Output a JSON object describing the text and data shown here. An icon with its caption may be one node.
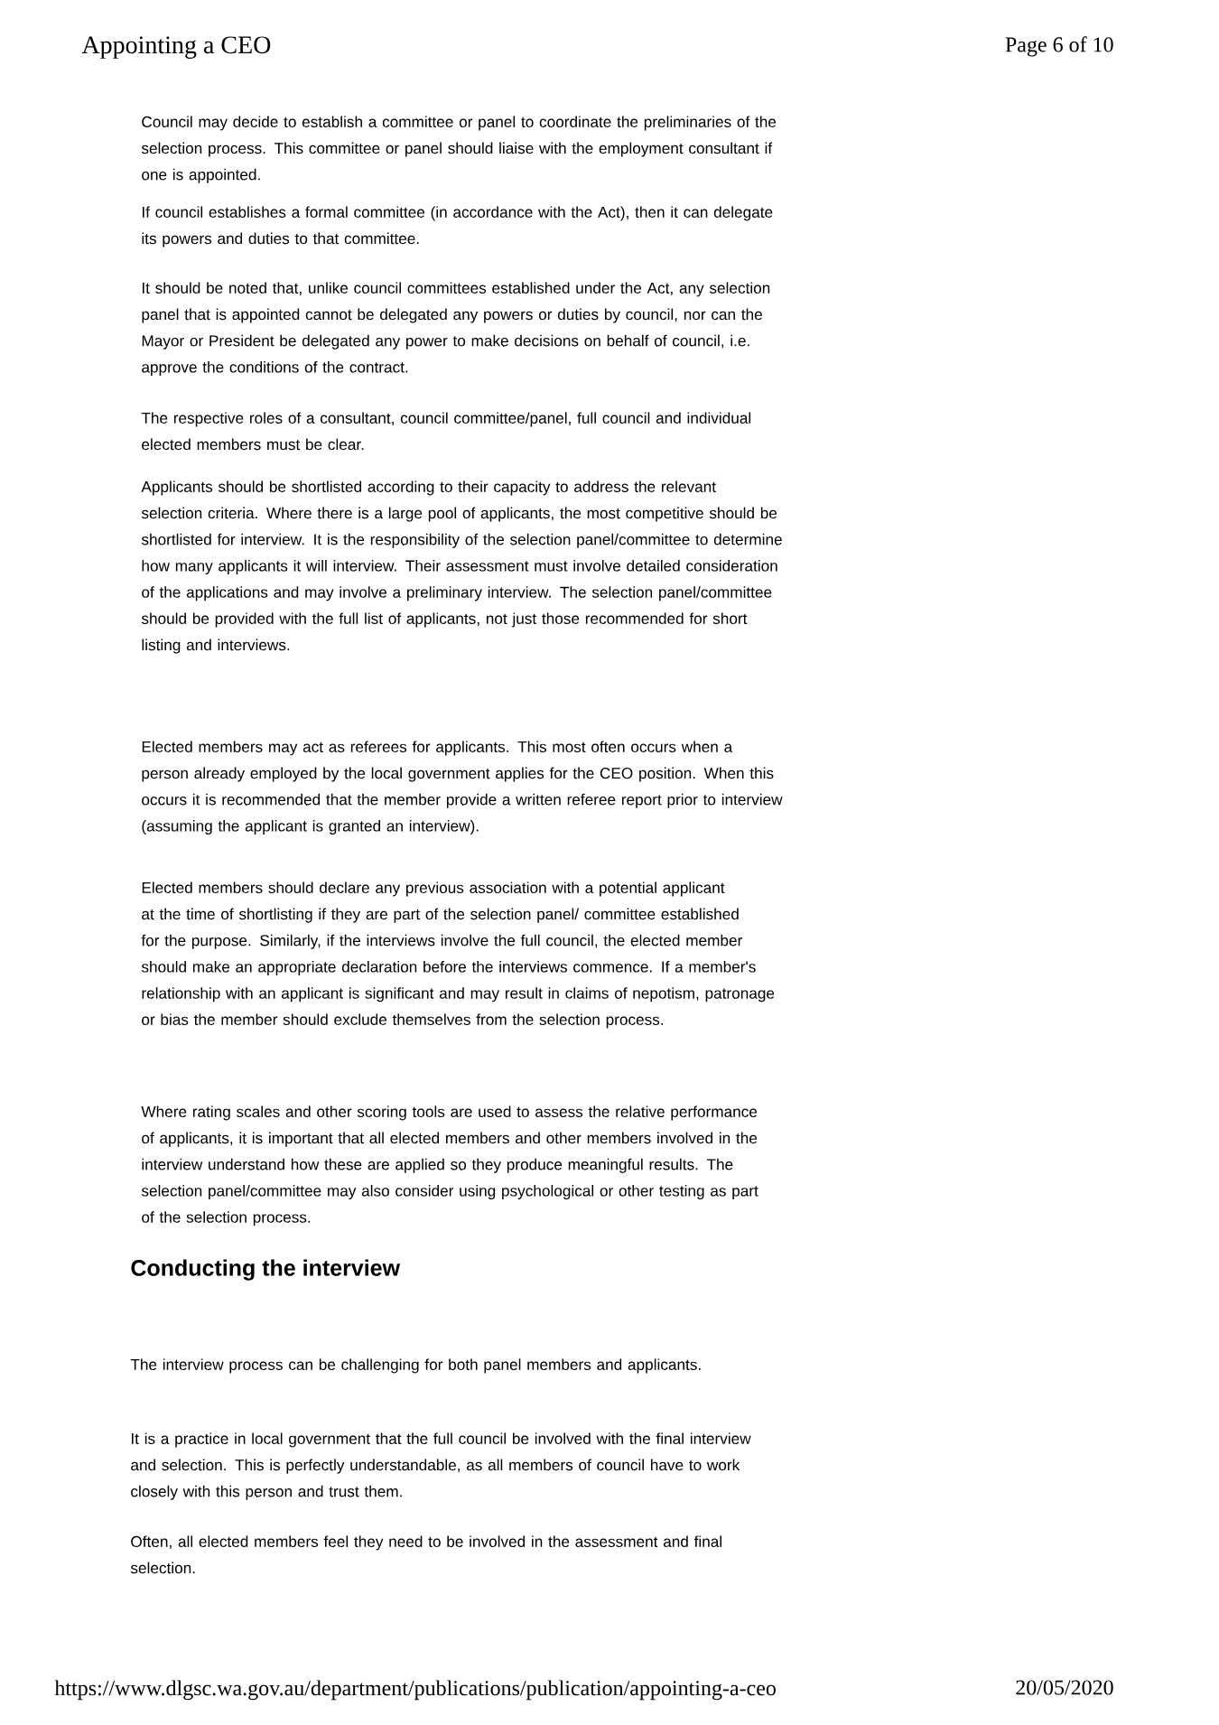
{
  "diagram": {
    "title": "Appointing a CEO",
    "labels": [
      "Page 6 of 10",
      "Council may decide to establish a committee or panel to coordinate the preliminaries of the selection process. This committee or panel should liaise with the employment consultant if one is appointed.",
      "If council establishes a formal committee (in accordance with the Act), then it can delegate its powers and duties to that committee.",
      "It should be noted that, unlike council committees established under the Act, any selection panel that is appointed cannot be delegated any powers or duties by council, nor can the Mayor or President be delegated any power to make decisions on behalf of council, i.e. approve the conditions of the contract.",
      "The respective roles of a consultant, council committee/panel, full council and individual elected members must be clear.",
      "Applicants should be shortlisted according to their capacity to address the relevant selection criteria. Where there is a large pool of applicants, the most competitive should be shortlisted for interview. It is the responsibility of the selection panel/committee to determine how many applicants it will interview. Their assessment must involve detailed consideration of the applications and may involve a preliminary interview. The selection panel/committee should be provided with the full list of applicants, not just those recommended for short listing and interviews.",
      "Elected members may act as referees for applicants. This most often occurs when a person already employed by the local government applies for the CEO position. When this occurs it is recommended that the member provide a written referee report prior to interview (assuming the applicant is granted an interview).",
      "Elected members should declare any previous association with a potential applicant at the time of shortlisting if they are part of the selection panel/ committee established for the purpose. Similarly, if the interviews involve the full council, the elected member should make an appropriate declaration before the interviews commence. If a member's relationship with an applicant is significant and may result in claims of nepotism, patronage or bias the member should exclude themselves from the selection process.",
      "Where rating scales and other scoring tools are used to assess the relative performance of applicants, it is important that all elected members and other members involved in the interview understand how these are applied so they produce meaningful results. The selection panel/committee may also consider using psychological or other testing as part of the selection process.",
      "Conducting the interview",
      "The interview process can be challenging for both panel members and applicants.",
      "It is a practice in local government that the full council be involved with the final interview and selection. This is perfectly understandable, as all members of council have to work closely with this person and trust them.",
      "Often, all elected members feel they need to be involved in the assessment and final selection.",
      "https://www.dlgsc.wa.gov.au/department/publications/publication/appointing-a-ceo",
      "20/05/2020"
    ]
  }
}
